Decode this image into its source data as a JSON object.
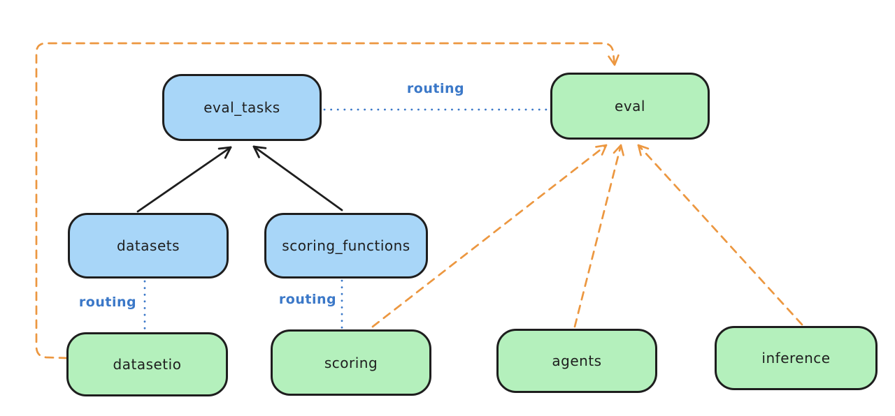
{
  "diagram": {
    "background": "#ffffff",
    "colors": {
      "registry_node_fill": "#a8d6f8",
      "provider_node_fill": "#b4f0bc",
      "node_border": "#1e1e1e",
      "solid_arrow": "#1e1e1e",
      "dashed_arrow": "#ec9740",
      "routing_line": "#3b78c8",
      "routing_label_text": "#3b78c8"
    },
    "nodes": [
      {
        "id": "eval_tasks",
        "label": "eval_tasks",
        "color_group": "blue"
      },
      {
        "id": "eval",
        "label": "eval",
        "color_group": "green"
      },
      {
        "id": "datasets",
        "label": "datasets",
        "color_group": "blue"
      },
      {
        "id": "scoring_functions",
        "label": "scoring_functions",
        "color_group": "blue"
      },
      {
        "id": "datasetio",
        "label": "datasetio",
        "color_group": "green"
      },
      {
        "id": "scoring",
        "label": "scoring",
        "color_group": "green"
      },
      {
        "id": "agents",
        "label": "agents",
        "color_group": "green"
      },
      {
        "id": "inference",
        "label": "inference",
        "color_group": "green"
      }
    ],
    "edge_labels": [
      {
        "id": "routing-eval",
        "text": "routing"
      },
      {
        "id": "routing-datasetio",
        "text": "routing"
      },
      {
        "id": "routing-scoring",
        "text": "routing"
      }
    ],
    "edges": [
      {
        "from": "datasets",
        "to": "eval_tasks",
        "style": "solid-arrow-black"
      },
      {
        "from": "scoring_functions",
        "to": "eval_tasks",
        "style": "solid-arrow-black"
      },
      {
        "from": "eval_tasks",
        "to": "eval",
        "style": "dotted-blue",
        "label": "routing"
      },
      {
        "from": "datasets",
        "to": "datasetio",
        "style": "dotted-blue",
        "label": "routing"
      },
      {
        "from": "scoring_functions",
        "to": "scoring",
        "style": "dotted-blue",
        "label": "routing"
      },
      {
        "from": "datasetio",
        "to": "eval",
        "style": "dashed-arrow-orange"
      },
      {
        "from": "scoring",
        "to": "eval",
        "style": "dashed-arrow-orange"
      },
      {
        "from": "agents",
        "to": "eval",
        "style": "dashed-arrow-orange"
      },
      {
        "from": "inference",
        "to": "eval",
        "style": "dashed-arrow-orange"
      }
    ]
  }
}
